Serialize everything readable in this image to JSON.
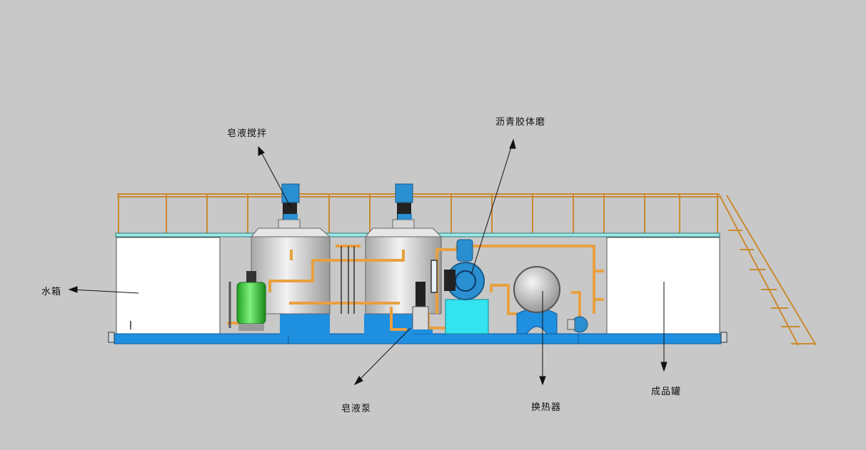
{
  "labels": {
    "water_tank": "水箱",
    "soap_mixer": "皂液搅拌",
    "colloid_mill": "沥青胶体磨",
    "soap_pump": "皂液泵",
    "heat_exchanger": "换热器",
    "product_tank": "成品罐"
  },
  "colors": {
    "background": "#c8c8c8",
    "base_frame": "#1f8fe0",
    "railing": "#d89a40",
    "pipe": "#e8a040",
    "motor": "#2a8fd0",
    "pump_green": "#3ec93e",
    "mill_base": "#33e3f0",
    "tank_steel": "#d4d4d4"
  }
}
